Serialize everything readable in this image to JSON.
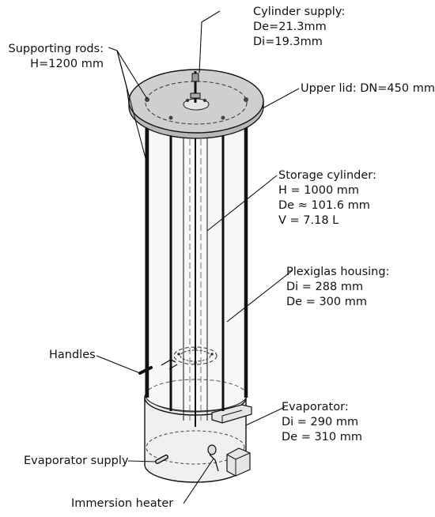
{
  "labels": {
    "cylinder_supply": {
      "title": "Cylinder supply:",
      "lines": [
        "De=21.3mm",
        "Di=19.3mm"
      ]
    },
    "supporting_rods": {
      "title": "Supporting rods:",
      "lines": [
        "H=1200 mm"
      ]
    },
    "upper_lid": {
      "title": "Upper lid: DN=450 mm"
    },
    "storage_cylinder": {
      "title": "Storage cylinder:",
      "lines": [
        "H = 1000 mm",
        "De ≈ 101.6 mm",
        "V = 7.18 L"
      ]
    },
    "plexiglas_housing": {
      "title": "Plexiglas housing:",
      "lines": [
        "Di = 288 mm",
        "De = 300 mm"
      ]
    },
    "handles": {
      "title": "Handles"
    },
    "evaporator": {
      "title": "Evaporator:",
      "lines": [
        "Di = 290 mm",
        "De = 310 mm"
      ]
    },
    "evaporator_supply": {
      "title": "Evaporator supply"
    },
    "immersion_heater": {
      "title": "Immersion heater"
    }
  }
}
